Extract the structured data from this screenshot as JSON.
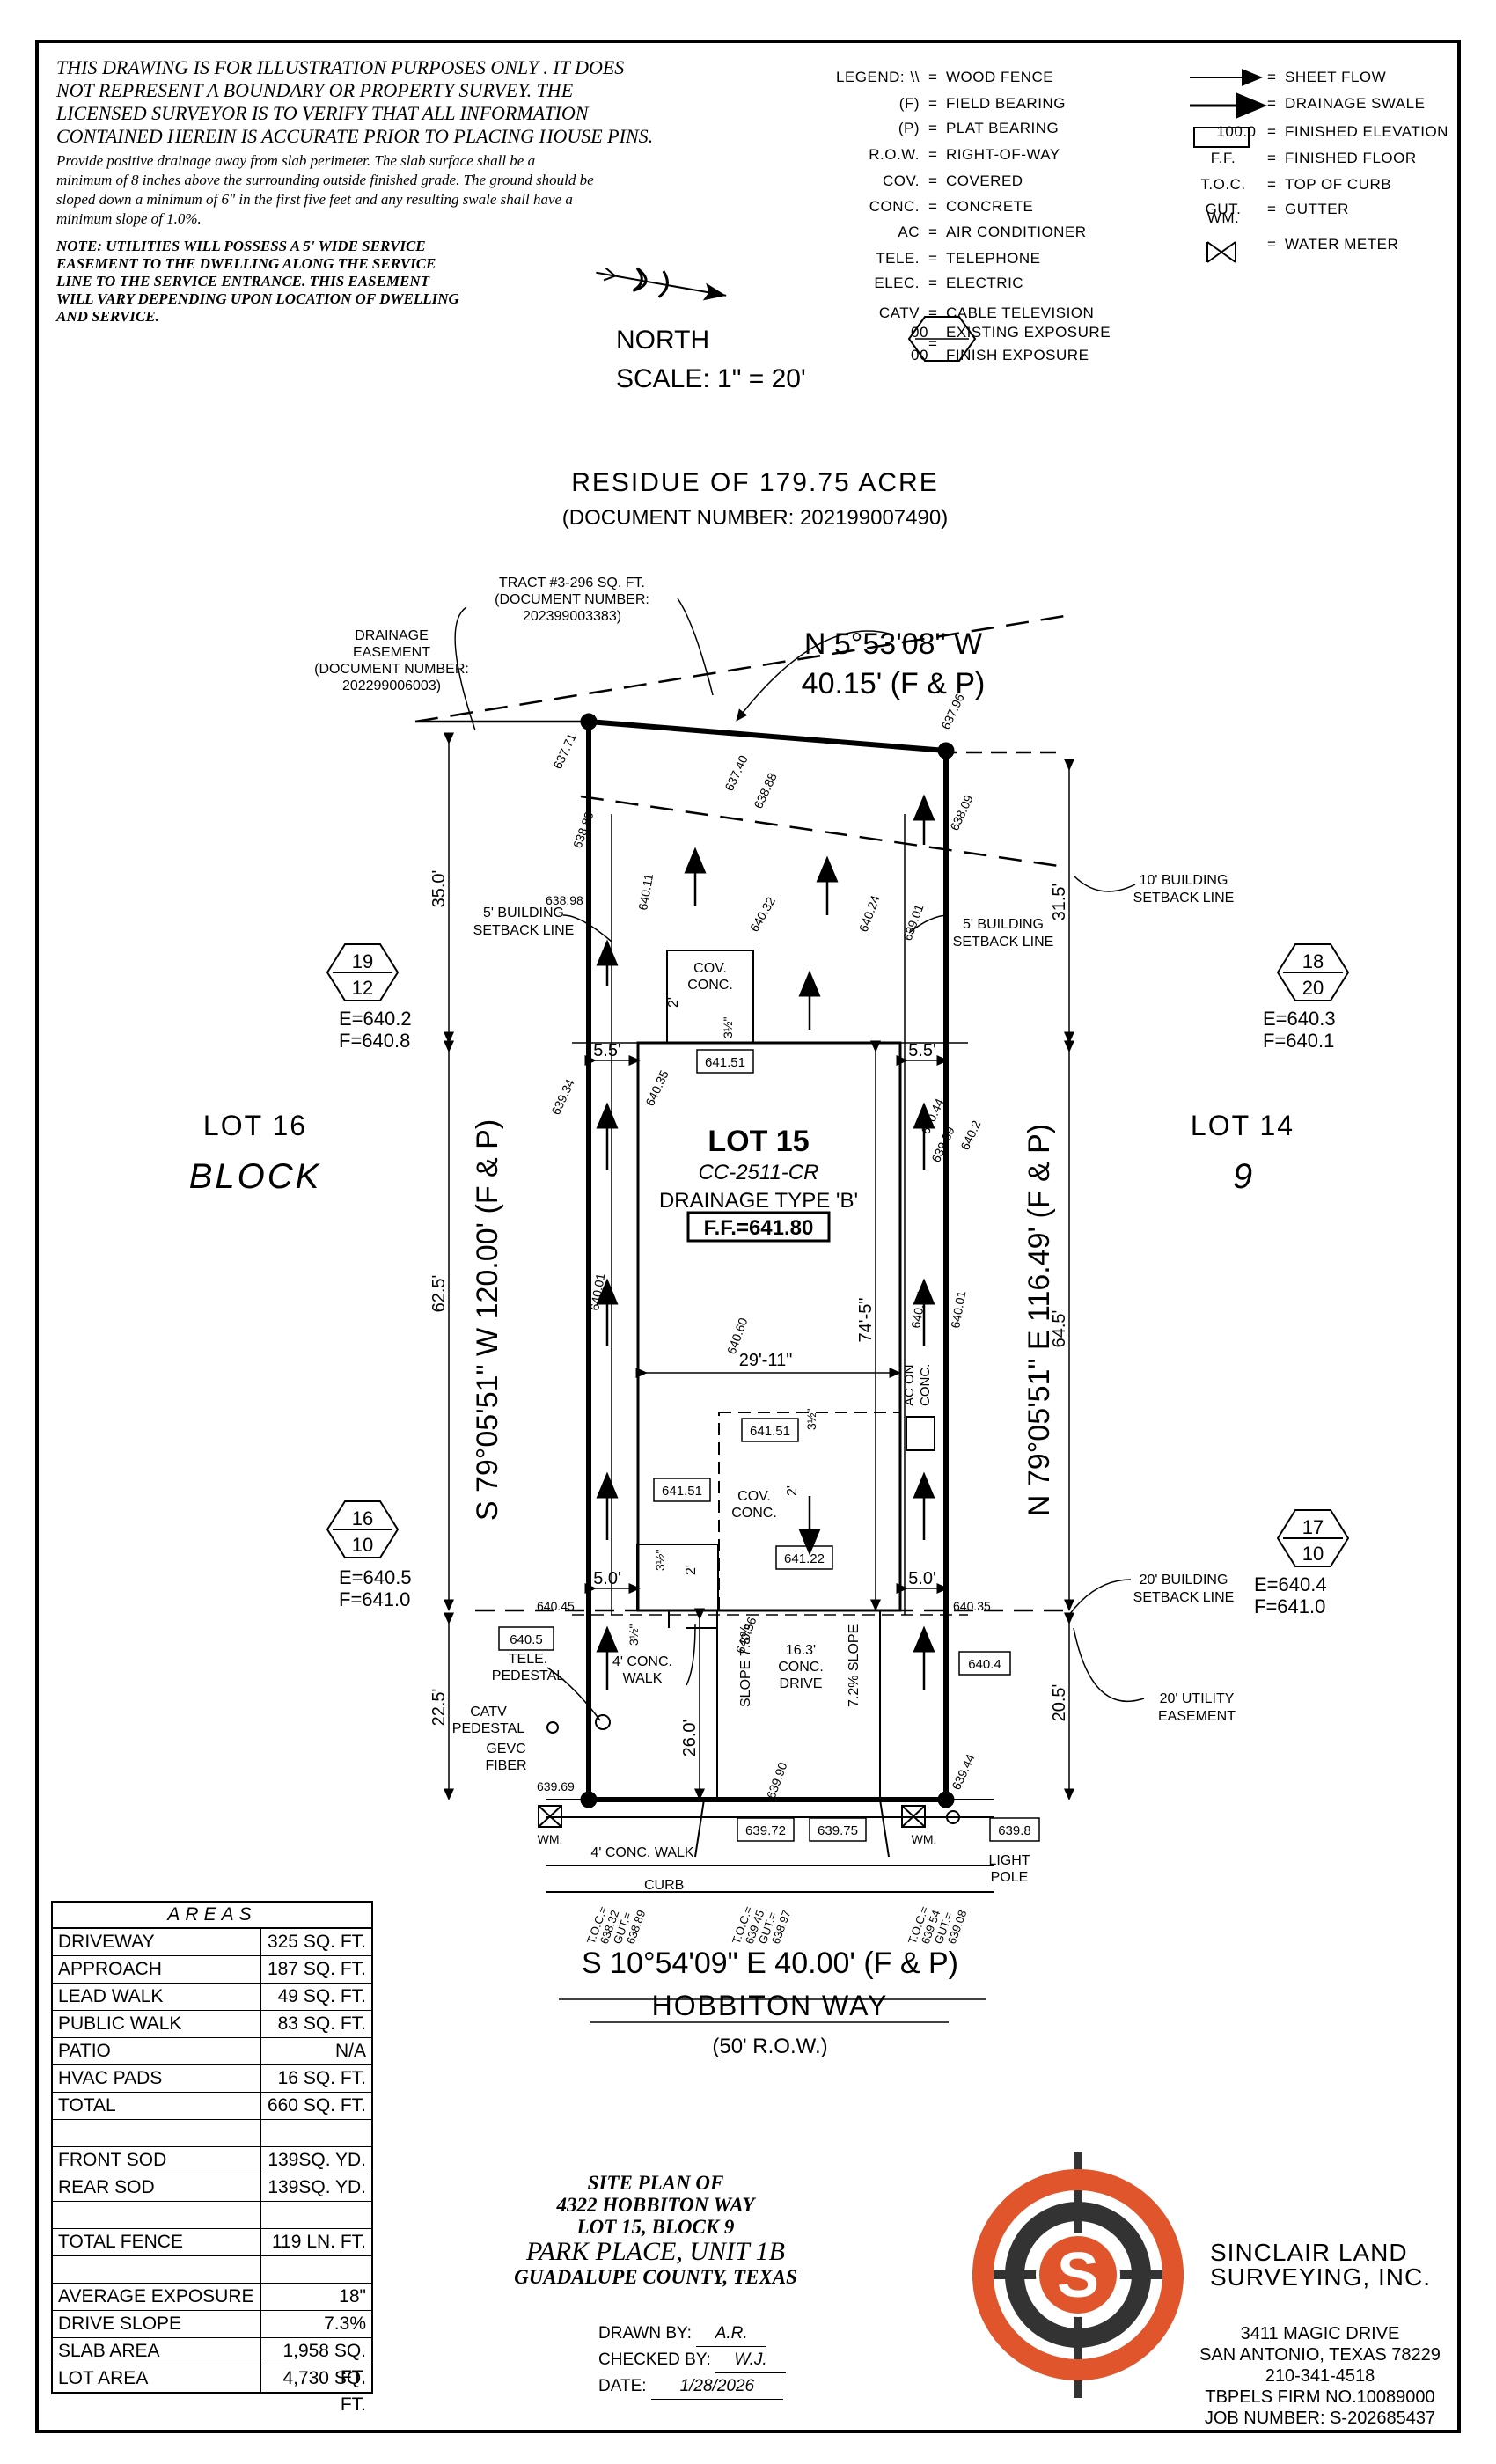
{
  "disclaimer": {
    "line1": "THIS DRAWING IS FOR ILLUSTRATION PURPOSES ONLY . IT DOES",
    "line2": "NOT REPRESENT A BOUNDARY OR PROPERTY SURVEY. THE",
    "line3": "LICENSED SURVEYOR IS TO VERIFY THAT ALL INFORMATION",
    "line4": "CONTAINED HEREIN IS ACCURATE PRIOR TO PLACING HOUSE PINS.",
    "drainage1": "Provide positive drainage away from slab perimeter. The slab surface shall be a",
    "drainage2": "minimum of 8 inches above the surrounding outside finished grade. The ground should be",
    "drainage3": "sloped down a minimum of 6\" in the first five feet and any resulting swale shall have a",
    "drainage4": "minimum slope of 1.0%.",
    "note1": "NOTE: UTILITIES WILL POSSESS A 5' WIDE SERVICE",
    "note2": "EASEMENT TO THE DWELLING ALONG THE SERVICE",
    "note3": "LINE TO THE SERVICE ENTRANCE. THIS EASEMENT",
    "note4": "WILL VARY DEPENDING UPON LOCATION OF DWELLING",
    "note5": "AND SERVICE."
  },
  "legend": {
    "title": "LEGEND:",
    "left": [
      {
        "key": "\\\\",
        "value": "WOOD FENCE"
      },
      {
        "key": "(F)",
        "value": "FIELD BEARING"
      },
      {
        "key": "(P)",
        "value": "PLAT BEARING"
      },
      {
        "key": "R.O.W.",
        "value": "RIGHT-OF-WAY"
      },
      {
        "key": "COV.",
        "value": "COVERED"
      },
      {
        "key": "CONC.",
        "value": "CONCRETE"
      },
      {
        "key": "AC",
        "value": "AIR CONDITIONER"
      },
      {
        "key": "TELE.",
        "value": "TELEPHONE"
      },
      {
        "key": "ELEC.",
        "value": "ELECTRIC"
      },
      {
        "key": "CATV",
        "value": "CABLE TELEVISION"
      }
    ],
    "exposure_top": "00",
    "exposure_bottom": "00",
    "exposure_1": "EXISTING EXPOSURE",
    "exposure_2": "FINISH EXPOSURE",
    "right": [
      {
        "key": "",
        "value": "SHEET FLOW"
      },
      {
        "key": "",
        "value": "DRAINAGE SWALE"
      },
      {
        "key": "100.0",
        "value": "FINISHED ELEVATION"
      },
      {
        "key": "F.F.",
        "value": "FINISHED FLOOR"
      },
      {
        "key": "T.O.C.",
        "value": "TOP OF CURB"
      },
      {
        "key": "GUT.",
        "value": "GUTTER"
      },
      {
        "key": "WM.",
        "value": "WATER METER"
      }
    ],
    "eq": "="
  },
  "north": "NORTH",
  "scale": "SCALE:  1\"  =  20'",
  "plan": {
    "residue": "RESIDUE OF 179.75 ACRE",
    "residue_doc": "(DOCUMENT NUMBER:  202199007490)",
    "tract": [
      "TRACT #3-296 SQ. FT.",
      "(DOCUMENT NUMBER:",
      "202399003383)"
    ],
    "drainage_easement": [
      "DRAINAGE",
      "EASEMENT",
      "(DOCUMENT NUMBER:",
      "202299006003)"
    ],
    "top_bearing": "N 5°53'08\"  W",
    "top_distance": "40.15'  (F & P)",
    "left_bearing": "S  79°05'51\"  W  120.00'  (F  &  P)",
    "right_bearing": "N  79°05'51\"  E  116.49'  (F  &  P)",
    "bottom_bearing": "S  10°54'09\"  E  40.00'  (F  &  P)",
    "street": "HOBBITON  WAY",
    "row": "(50' R.O.W.)",
    "lot16": "LOT  16",
    "block": "BLOCK",
    "lot14": "LOT  14",
    "block_num": "9",
    "lot15": "LOT  15",
    "plan_code": "CC-2511-CR",
    "drainage_type": "DRAINAGE TYPE 'B'",
    "ff": "F.F.=641.80",
    "dim_35": "35.0'",
    "dim_625": "62.5'",
    "dim_225": "22.5'",
    "dim_315": "31.5'",
    "dim_645": "64.5'",
    "dim_205": "20.5'",
    "dim_260": "26.0'",
    "dim_2911": "29'-11\"",
    "dim_745": "74'-5\"",
    "dim_55a": "5.5'",
    "dim_55b": "5.5'",
    "dim_50a": "5.0'",
    "dim_50b": "5.0'",
    "dim_2a": "2'",
    "dim_2b": "2'",
    "dim_2c": "2'",
    "setback_5_left": [
      "5' BUILDING",
      "SETBACK LINE"
    ],
    "setback_5_right": [
      "5' BUILDING",
      "SETBACK LINE"
    ],
    "setback_10": [
      "10' BUILDING",
      "SETBACK LINE"
    ],
    "setback_20": [
      "20' BUILDING",
      "SETBACK LINE"
    ],
    "utility_20": [
      "20' UTILITY",
      "EASEMENT"
    ],
    "cov_conc_top": [
      "COV.",
      "CONC."
    ],
    "cov_conc_mid": [
      "COV.",
      "CONC."
    ],
    "ac_conc": [
      "AC ON",
      "CONC."
    ],
    "conc_walk_4": [
      "4' CONC.",
      "WALK"
    ],
    "conc_walk_street": "4' CONC. WALK",
    "curb": "CURB",
    "conc_drive": [
      "16.3'",
      "CONC.",
      "DRIVE"
    ],
    "slope_left": "SLOPE  7.3%",
    "slope_right": "7.2%  SLOPE",
    "tele_pedestal": [
      "TELE.",
      "PEDESTAL"
    ],
    "catv_pedestal": [
      "CATV",
      "PEDESTAL"
    ],
    "gevc_fiber": [
      "GEVC",
      "FIBER"
    ],
    "light_pole": [
      "LIGHT",
      "POLE"
    ],
    "wm": "WM.",
    "hex_left_top": {
      "top": "19",
      "bottom": "12",
      "e": "E=640.2",
      "f": "F=640.8"
    },
    "hex_right_top": {
      "top": "18",
      "bottom": "20",
      "e": "E=640.3",
      "f": "F=640.1"
    },
    "hex_left_bot": {
      "top": "16",
      "bottom": "10",
      "e": "E=640.5",
      "f": "F=641.0"
    },
    "hex_right_bot": {
      "top": "17",
      "bottom": "10",
      "e": "E=640.4",
      "f": "F=641.0"
    },
    "boxed": [
      "641.51",
      "641.51",
      "641.51",
      "641.22",
      "640.5",
      "640.4",
      "639.72",
      "639.75",
      "639.8"
    ],
    "spots": [
      "637.71",
      "637.40",
      "637.96",
      "638.88",
      "638.09",
      "638.83",
      "640.11",
      "640.32",
      "640.24",
      "639.01",
      "638.98",
      "639.34",
      "640.35",
      "640.44",
      "639.39",
      "640.2",
      "640.01",
      "640.60",
      "640.64",
      "640.01",
      "640.45",
      "640.35",
      "640.56",
      "639.90",
      "639.69",
      "639.44"
    ],
    "frac_a": "3½\"",
    "frac_b": "3½\"",
    "frac_c": "3½\"",
    "frac_d": "3½\"",
    "toc_left": [
      "T.O.C.=",
      "638.32",
      "GUT.=",
      "638.89"
    ],
    "toc_mid": [
      "T.O.C.=",
      "639.45",
      "GUT.=",
      "638.97"
    ],
    "toc_right": [
      "T.O.C.=",
      "639.54",
      "GUT.=",
      "639.08"
    ]
  },
  "areas": {
    "title": "AREAS",
    "rows": [
      {
        "name": "DRIVEWAY",
        "value": "325 SQ. FT."
      },
      {
        "name": "APPROACH",
        "value": "187 SQ. FT."
      },
      {
        "name": "LEAD WALK",
        "value": "49 SQ. FT."
      },
      {
        "name": "PUBLIC WALK",
        "value": "83 SQ. FT."
      },
      {
        "name": "PATIO",
        "value": "N/A"
      },
      {
        "name": "HVAC PADS",
        "value": "16 SQ. FT."
      },
      {
        "name": "TOTAL",
        "value": "660 SQ. FT."
      },
      {
        "name": "",
        "value": ""
      },
      {
        "name": "FRONT SOD",
        "value": "139SQ. YD."
      },
      {
        "name": "REAR SOD",
        "value": "139SQ. YD."
      },
      {
        "name": "",
        "value": ""
      },
      {
        "name": "TOTAL FENCE",
        "value": "119 LN. FT."
      },
      {
        "name": "",
        "value": ""
      },
      {
        "name": "AVERAGE EXPOSURE",
        "value": "18\""
      },
      {
        "name": "DRIVE SLOPE",
        "value": "7.3%"
      },
      {
        "name": "SLAB AREA",
        "value": "1,958 SQ. FT."
      },
      {
        "name": "LOT AREA",
        "value": "4,730 SQ. FT."
      }
    ]
  },
  "site": {
    "l1": "SITE PLAN OF",
    "l2": "4322 HOBBITON WAY",
    "l3": "LOT 15, BLOCK 9",
    "l4": "PARK PLACE, UNIT 1B",
    "l5": "GUADALUPE COUNTY, TEXAS"
  },
  "signoff": {
    "drawn_label": "DRAWN  BY:",
    "drawn": "A.R.",
    "checked_label": "CHECKED  BY:",
    "checked": "W.J.",
    "date_label": "DATE:",
    "date": "1/28/2026"
  },
  "company": {
    "name1": "SINCLAIR LAND",
    "name2": "SURVEYING, INC.",
    "logo_letter": "S",
    "addr1": "3411  MAGIC  DRIVE",
    "addr2": "SAN  ANTONIO,  TEXAS  78229",
    "phone": "210-341-4518",
    "firm": "TBPELS  FIRM  NO.10089000",
    "job": "JOB  NUMBER:   S-202685437"
  },
  "colors": {
    "logo_orange": "#e0552b",
    "logo_dark": "#333333"
  }
}
